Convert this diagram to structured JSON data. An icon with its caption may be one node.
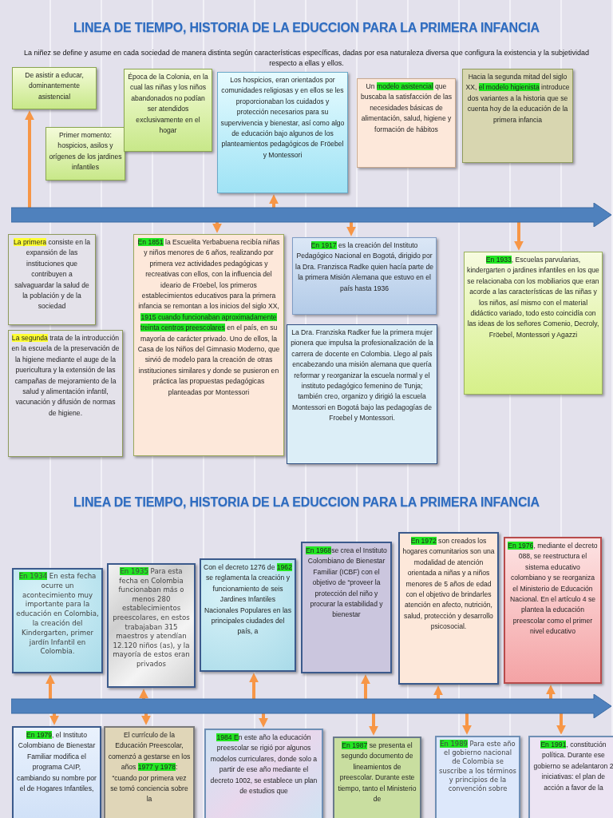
{
  "diagram": {
    "title": "LINEA  DE TIEMPO, HISTORIA DE LA EDUCCION PARA LA PRIMERA INFANCIA",
    "nodes": [
      {
        "text": [
          "De asistir a educar, dominantemente asistencial"
        ]
      },
      {
        "text": [
          "Primer momento: hospicios, asilos y orígenes de los jardines infantiles"
        ]
      },
      {
        "text": [
          "Época de la Colonia, en la cual las niñas y los niños abandonados no podían ser atendidos exclusivamente en el hogar"
        ]
      },
      {
        "text": [
          "Los hospicios, eran orientados por comunidades religiosas y en ellos se les proporcionaban los cuidados y protección necesarios para su supervivencia y bienestar, así como algo de educación bajo algunos de los planteamientos pedagógicos de Fröebel y Montessori"
        ]
      },
      {
        "text": [
          "Un **modelo asistencial** que buscaba la satisfacción de las necesidades básicas de alimentación, salud, higiene y formación de hábitos"
        ]
      },
      {
        "text": [
          "Hacia la segunda mitad del siglo XX, **el modelo higienista** introduce dos variantes a la historia que se cuenta hoy de la educación de la primera infancia"
        ]
      },
      {
        "text": [],
        "shape": "arrow"
      },
      {
        "text": [
          "*La primera* consiste en la expansión de las instituciones que contribuyen a salvaguardar la salud de la población y de la sociedad"
        ]
      },
      {
        "text": [
          "*La segunda* trata de la introducción en la escuela de la preservación de la higiene mediante el auge de la puericultura y la extensión de las campañas de mejoramiento de la salud y alimentación infantil, vacunación y difusión de normas de higiene."
        ]
      },
      {
        "text": [
          "**En 1851** la Escuelita Yerbabuena recibía niñas y niños menores de 6 años, realizando por primera vez actividades pedagógicas y recreativas con ellos, con la influencia del ideario de Fröebel, los primeros establecimientos educativos para la primera infancia se remontan a los inicios del siglo XX, **1915 cuando funcionaban aproximadamente treinta centros preescolares** en el país, en su mayoría de carácter privado. Uno de ellos, la Casa de los Niños del Gimnasio Moderno, que sirvió de modelo para la creación de otras instituciones similares y donde se pusieron en práctica las propuestas pedagógicas planteadas por Montessori"
        ]
      },
      {
        "text": [
          "**En 1917** es la creación del Instituto Pedagógico Nacional en Bogotá, dirigido por la Dra. Franzisca Radke quien hacía parte de la primera Misión Alemana que estuvo en el país hasta 1936"
        ]
      },
      {
        "text": [
          "La Dra. Franziska Radker fue la primera mujer pionera que impulsa la profesionalización de la carrera de docente en Colombia. Llego al país encabezando una misión alemana que quería reformar y reorganizar la escuela normal y el instituto pedagógico femenino de Tunja; también creo, organizo y dirigió la escuela Montessori en Bogotá bajo las pedagogías de Froebel y Montessori."
        ]
      },
      {
        "text": [
          "**En 1933**, Escuelas parvularias, kindergarten o jardines infantiles en los que se relacionaba con los mobiliarios que eran acorde  a las características de las niñas y los niños, así mismo con el material didáctico variado, todo esto coincidía con las ideas de los señores Comenio, Decroly, Fröebel, Montessori y Agazzi"
        ]
      },
      {
        "text": [
          "**En 1934** En esta fecha ocurre un acontecimiento muy importante para la educación en Colombia, la creación del Kindergarten, primer jardín Infantil en Colombia."
        ]
      },
      {
        "text": [
          "**En 1935** Para esta fecha en Colombia funcionaban más o menos 280 establecimientos preescolares, en estos trabajaban 315 maestros y atendían 12.120 niños (as), y la mayoría de estos eran privados"
        ]
      },
      {
        "text": [
          "Con el decreto 1276 de **1962** se reglamenta la creación y funcionamiento de seis Jardines Infantiles Nacionales Populares en las principales ciudades del país, a"
        ]
      },
      {
        "text": [
          "**En 1968**se crea el Instituto Colombiano de Bienestar Familiar (ICBF) con el objetivo de “proveer la protección del niño y procurar la estabilidad y bienestar"
        ]
      },
      {
        "text": [
          "**En 1972**  son creados los hogares comunitarios son una modalidad de atención orientada a niñas y a niños menores de 5 años de edad con el objetivo de brindarles atención en afecto, nutrición, salud, protección y desarrollo psicosocial."
        ]
      },
      {
        "text": [
          "**En 1976**, mediante el decreto 088, se reestructura el sistema educativo colombiano  y se reorganiza el Ministerio de Educación Nacional. En el artículo 4 se plantea la educación preescolar como el primer nivel educativo"
        ]
      },
      {
        "text": [],
        "shape": "arrow"
      },
      {
        "text": [
          "**En 1979**, el Instituto Colombiano de Bienestar Familiar modifica el programa CAIP, cambiando su nombre por el de Hogares Infantiles,"
        ]
      },
      {
        "text": [
          "El currículo de la Educación Preescolar, comenzó a gestarse en los años **1977 y 1978**: “cuando por primera vez se tomó conciencia sobre la"
        ]
      },
      {
        "text": [
          "**1984 E**n este año la educación preescolar se rigió por algunos modelos curriculares, donde solo a partir de ese año mediante el decreto 1002, se establece un plan de estudios que"
        ]
      },
      {
        "text": [
          "**En 1987** se presenta el segundo documento de lineamientos de preescolar. Durante este tiempo, tanto el Ministerio de"
        ]
      },
      {
        "text": [
          "**En 1989** Para este año el gobierno nacional de Colombia se suscribe a los términos y principios de la convención sobre"
        ]
      },
      {
        "text": [
          "**En 1991**, constitución política. Durante ese gobierno se adelantaron 2 iniciativas: el plan de acción a favor de la"
        ]
      }
    ],
    "edges": [
      {
        "from": 6,
        "to": 0,
        "arrow": "to"
      },
      {
        "from": 6,
        "to": 3,
        "arrow": "to"
      },
      {
        "from": 6,
        "to": 9,
        "arrow": "to"
      },
      {
        "from": 6,
        "to": 10,
        "arrow": "to"
      },
      {
        "from": 6,
        "to": 12,
        "arrow": "to"
      },
      {
        "from": 19,
        "to": 13,
        "arrow": "to"
      },
      {
        "from": 19,
        "to": 14,
        "arrow": "to"
      },
      {
        "from": 19,
        "to": 15,
        "arrow": "to"
      },
      {
        "from": 19,
        "to": 16,
        "arrow": "to"
      },
      {
        "from": 19,
        "to": 17,
        "arrow": "to"
      },
      {
        "from": 19,
        "to": 18,
        "arrow": "to"
      },
      {
        "from": 19,
        "to": 20,
        "arrow": "to"
      },
      {
        "from": 19,
        "to": 21,
        "arrow": "to"
      },
      {
        "from": 19,
        "to": 22,
        "arrow": "to"
      },
      {
        "from": 19,
        "to": 23,
        "arrow": "to"
      },
      {
        "from": 19,
        "to": 24,
        "arrow": "to"
      },
      {
        "from": 19,
        "to": 25,
        "arrow": "to"
      }
    ],
    "labels": [
      "La niñez se define y asume en cada sociedad de manera distinta según características específicas, dadas por esa naturaleza diversa que configura la existencia y la subjetividad respecto a ellas y ellos.",
      "LINEA  DE TIEMPO, HISTORIA DE LA EDUCCION PARA LA PRIMERA INFANCIA"
    ]
  }
}
